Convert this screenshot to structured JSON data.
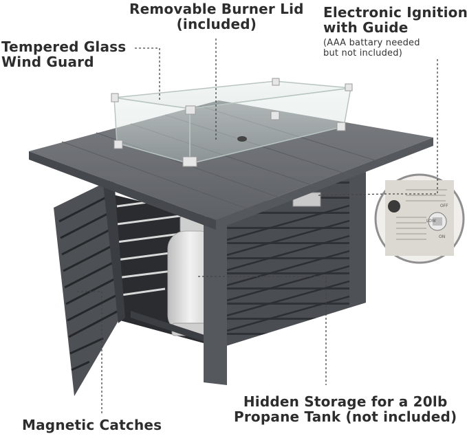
{
  "callouts": {
    "burner_lid": {
      "line1": "Removable Burner Lid",
      "line2": "(included)"
    },
    "ignition": {
      "line1": "Electronic Ignition",
      "line2": "with Guide",
      "note1": "(AAA battary needed",
      "note2": "but not included)"
    },
    "glass": {
      "line1": "Tempered Glass",
      "line2": "Wind Guard"
    },
    "magnetic": {
      "line1": "Magnetic Catches"
    },
    "storage": {
      "line1": "Hidden Storage for a 20lb",
      "line2": "Propane Tank (not included)"
    }
  },
  "ignition_panel": {
    "knob_off": "OFF",
    "knob_low": "LOW",
    "knob_on": "ON"
  },
  "colors": {
    "frame": "#55585c",
    "frame_dark": "#3e4145",
    "tabletop": "#6b6e72",
    "tank": "#dcdcdc",
    "leader_line": "#444444"
  }
}
